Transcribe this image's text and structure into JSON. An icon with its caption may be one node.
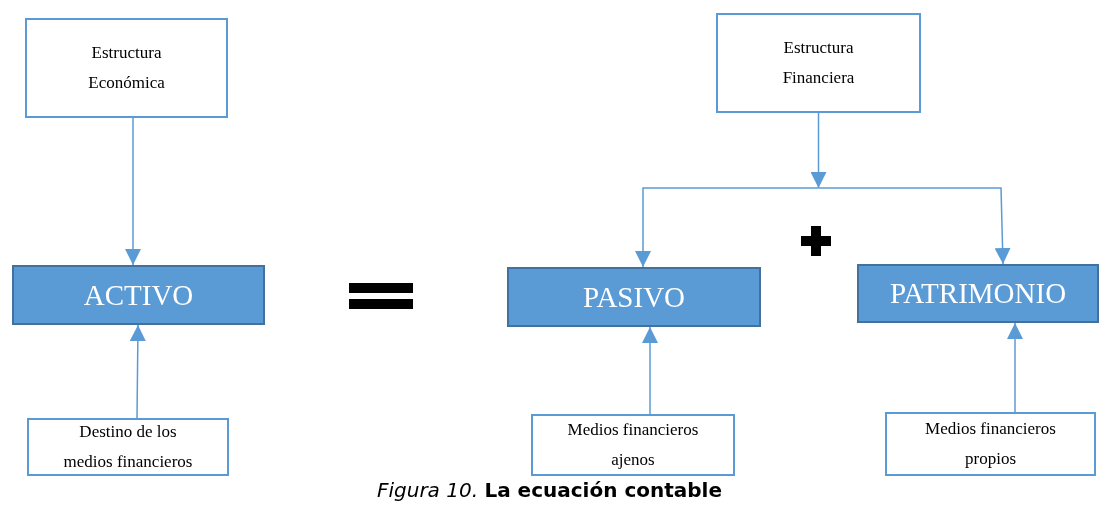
{
  "diagram": {
    "caption": "*Figura 10.* **La ecuación contable**",
    "nodes": [
      {
        "text": [
          "Estructura Económica"
        ]
      },
      {
        "text": [
          "Estructura Financiera"
        ]
      },
      {
        "text": [
          "ACTIVO"
        ]
      },
      {
        "text": [
          "PASIVO"
        ]
      },
      {
        "text": [
          "PATRIMONIO"
        ]
      },
      {
        "text": [
          "Destino de los medios financieros"
        ]
      },
      {
        "text": [
          "Medios financieros ajenos"
        ]
      },
      {
        "text": [
          "Medios financieros propios"
        ]
      }
    ],
    "edges": [
      {
        "from": 0,
        "to": 2,
        "arrow": "to"
      },
      {
        "from": 1,
        "to": 3,
        "arrow": "to"
      },
      {
        "from": 1,
        "to": 4,
        "arrow": "to"
      },
      {
        "from": 5,
        "to": 2,
        "arrow": "to"
      },
      {
        "from": 6,
        "to": 3,
        "arrow": "to"
      },
      {
        "from": 7,
        "to": 4,
        "arrow": "to"
      }
    ]
  }
}
